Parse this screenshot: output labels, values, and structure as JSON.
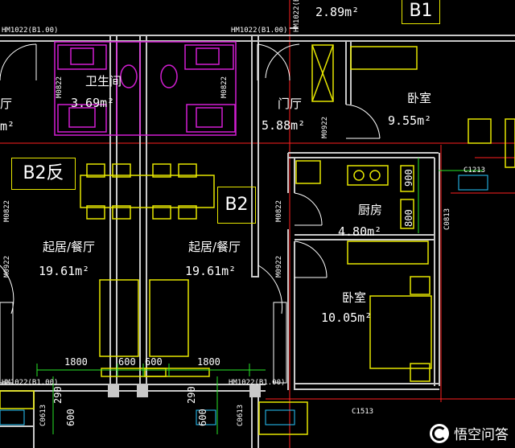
{
  "rooms": {
    "bathroom": {
      "name": "卫生间",
      "area": "3.69m²"
    },
    "foyer": {
      "name": "门厅",
      "area": "5.88m²"
    },
    "bedroom_top": {
      "name": "卧室",
      "area": "9.55m²"
    },
    "kitchen": {
      "name": "厨房",
      "area": "4.80m²"
    },
    "bedroom_bottom": {
      "name": "卧室",
      "area": "10.05m²"
    },
    "living_left": {
      "name": "起居/餐厅",
      "area": "19.61m²"
    },
    "living_right": {
      "name": "起居/餐厅",
      "area": "19.61m²"
    },
    "left_partial": {
      "name": "厅",
      "area": "m²"
    },
    "top_partial": {
      "area": "2.89m²"
    }
  },
  "unit_tags": {
    "b1": "B1",
    "b2_reverse": "B2反",
    "b2": "B2"
  },
  "door_codes": {
    "hm_left": "HM1022(B1.00)",
    "hm_mid": "HM1022(B1.00)",
    "hm_top": "HM1022(B",
    "m0822_bath_left": "M0822",
    "m0822_bath_right": "M0822",
    "m0922_foyer": "M0922",
    "m0822_left": "M0822",
    "m0922_left": "M0922",
    "m0822_kitchen": "M0822",
    "m0922_bedroom": "M0922",
    "hm_bottom_left": "HM1022(B1.00)",
    "hm_bottom_mid": "HM1022(B1.00)"
  },
  "window_codes": {
    "c1213": "C1213",
    "c0813": "C0813",
    "c1513": "C1513",
    "c0613_left": "C0613",
    "c0613_right": "C0613"
  },
  "dimensions": {
    "d1800_left": "1800",
    "d600_a": "600",
    "d600_b": "600",
    "d1800_right": "1800",
    "d290_left": "290",
    "d600_left": "600",
    "d290_right": "290",
    "d600_right": "600",
    "d900": "900",
    "d800": "800"
  },
  "watermark": {
    "text": "悟空问答",
    "icon": "wukong-logo-icon"
  },
  "colors": {
    "background": "#000000",
    "wall": "#c8c8c8",
    "axis": "#ff2020",
    "furniture": "#e6e600",
    "bath_fixture": "#d21ed2",
    "dimension": "#28e628",
    "text": "#ffffff"
  }
}
